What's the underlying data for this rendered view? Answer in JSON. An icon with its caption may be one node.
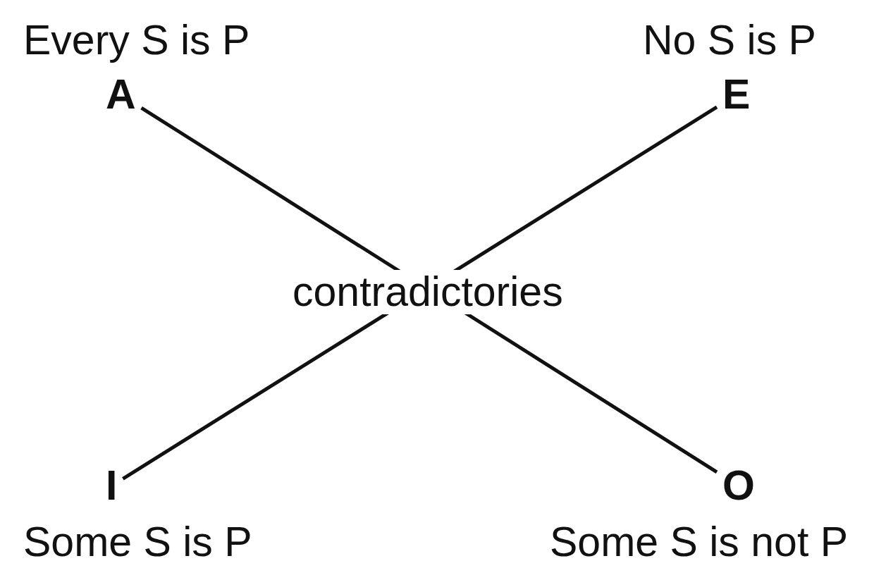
{
  "diagram": {
    "nodes": [
      {
        "text": [
          "A"
        ],
        "beside": [
          "Every S is P"
        ]
      },
      {
        "text": [
          "E"
        ],
        "beside": [
          "No S is P"
        ]
      },
      {
        "text": [
          "I"
        ],
        "beside": [
          "Some S is P"
        ]
      },
      {
        "text": [
          "O"
        ],
        "beside": [
          "Some S is not P"
        ]
      }
    ],
    "edges": [
      {
        "from": 0,
        "to": 3,
        "arrow": "none"
      },
      {
        "from": 1,
        "to": 2,
        "arrow": "none"
      }
    ],
    "labels": [
      "contradictories"
    ]
  }
}
